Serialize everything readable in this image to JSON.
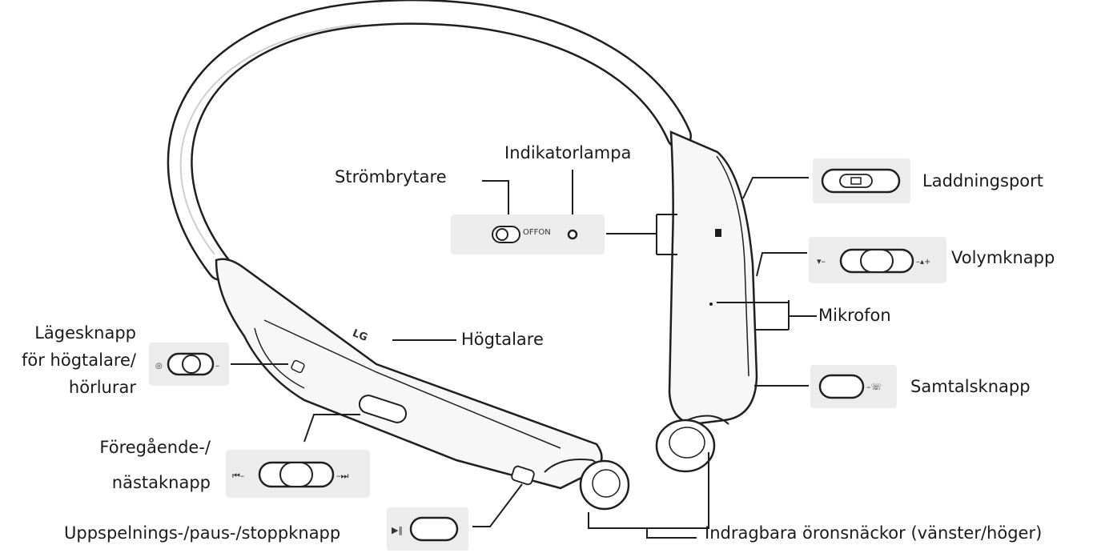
{
  "labels": {
    "power_switch": "Strömbrytare",
    "indicator_lamp": "Indikatorlampa",
    "charging_port": "Laddningsport",
    "volume_button": "Volymknapp",
    "microphone": "Mikrofon",
    "speaker": "Högtalare",
    "mode_button_line1": "Lägesknapp",
    "mode_button_line2": "för högtalare/",
    "mode_button_line3": "hörlurar",
    "call_button": "Samtalsknapp",
    "prev_next_line1": "Föregående-/",
    "prev_next_line2": "nästaknapp",
    "play_pause_stop": "Uppspelnings-/paus-/stoppknapp",
    "retractable_earbuds": "Indragbara öronsnäckor (vänster/höger)"
  },
  "switch_text": "OFFON",
  "brand_text": "LG",
  "colors": {
    "outline": "#1f1f1f",
    "inset_bg": "#ececec",
    "device_fill": "#f7f7f7"
  }
}
